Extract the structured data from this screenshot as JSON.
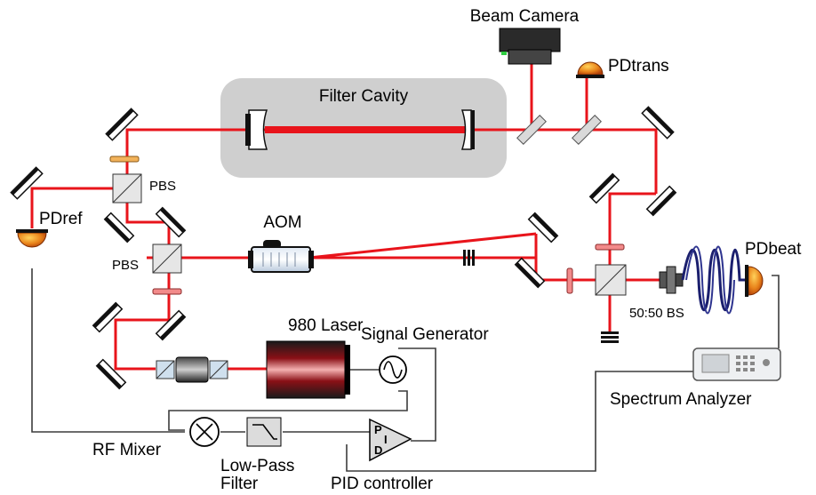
{
  "labels": {
    "filter_cavity": "Filter Cavity",
    "beam_camera": "Beam Camera",
    "pd_trans": "PDtrans",
    "pd_ref": "PDref",
    "pbs_top": "PBS",
    "pbs_bottom": "PBS",
    "aom": "AOM",
    "pd_beat": "PDbeat",
    "bs_5050": "50:50 BS",
    "laser_980": "980 Laser",
    "signal_generator": "Signal Generator",
    "spectrum_analyzer": "Spectrum Analyzer",
    "rf_mixer": "RF Mixer",
    "low_pass_line1": "Low-Pass",
    "low_pass_line2": "Filter",
    "pid_controller": "PID controller",
    "pid_p": "P",
    "pid_i": "I",
    "pid_d": "D"
  },
  "colors": {
    "beam": "#e8141b",
    "cavity_box": "#cfcfcf",
    "photodiode": "#e8821a",
    "laser_body": "#b3141b",
    "wire": "#3c3c3c",
    "fiber": "#1b1f6e"
  }
}
